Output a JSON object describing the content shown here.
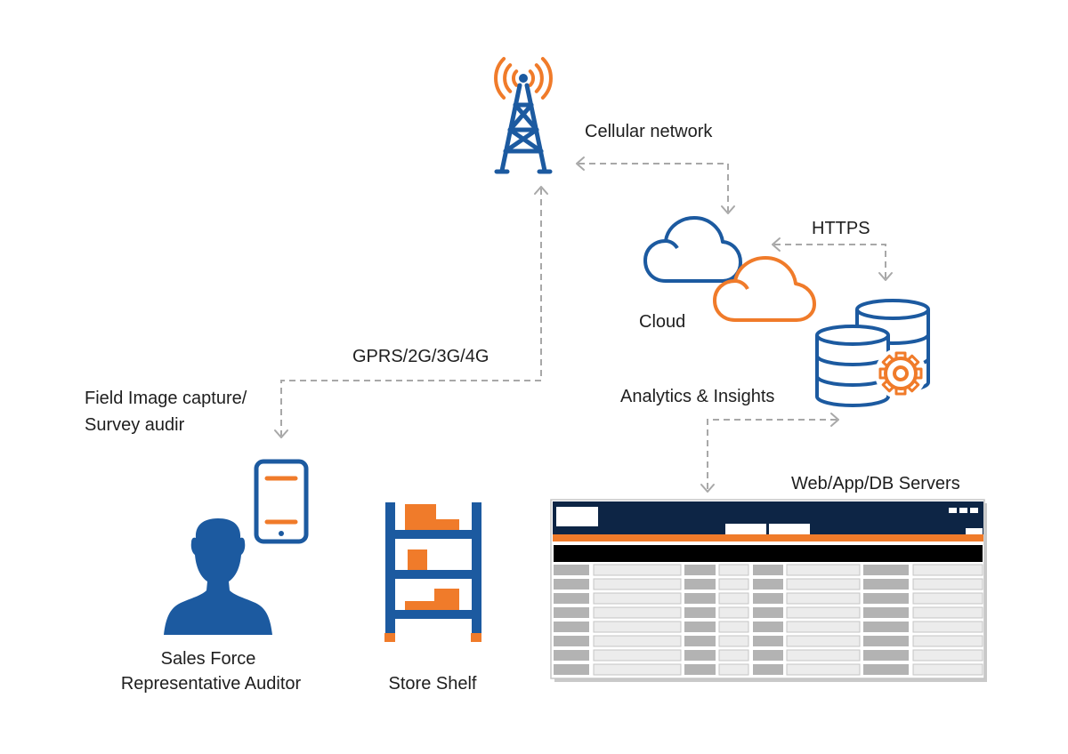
{
  "labels": {
    "cellular_network": "Cellular network",
    "https": "HTTPS",
    "cloud": "Cloud",
    "gprs": "GPRS/2G/3G/4G",
    "field_capture_line1": "Field Image capture/",
    "field_capture_line2": "Survey audir",
    "analytics": "Analytics & Insights",
    "servers": "Web/App/DB Servers",
    "sales_force_line1": "Sales Force",
    "sales_force_line2": "Representative Auditor",
    "store_shelf": "Store Shelf"
  },
  "icons": {
    "tower": "cell-tower-icon",
    "clouds": "cloud-icon",
    "databases": "database-icon",
    "gear": "gear-icon",
    "phone": "smartphone-icon",
    "person": "person-icon",
    "shelf": "store-shelf-icon",
    "servers": "web-dashboard-icon"
  },
  "colors": {
    "blue": "#1c5aa0",
    "orange": "#f07b2a",
    "navy": "#0d2545",
    "dash": "#a8a8a8"
  }
}
